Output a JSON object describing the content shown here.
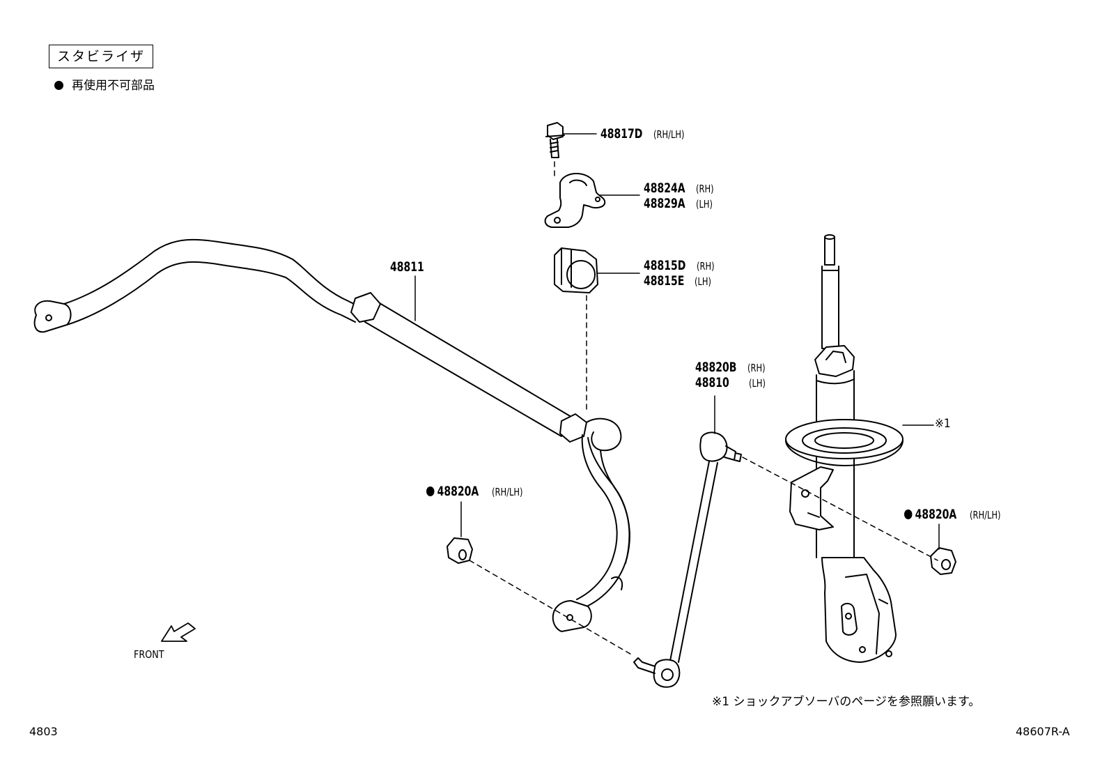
{
  "title": "スタビライザ",
  "legend": {
    "text": "再使用不可部品"
  },
  "parts": {
    "stabilizer_bar": {
      "number": "48811"
    },
    "bolt": {
      "number": "48817D",
      "suffix": "(RH/LH)"
    },
    "bracket_rh": {
      "number": "48824A",
      "suffix": "(RH)"
    },
    "bracket_lh": {
      "number": "48829A",
      "suffix": "(LH)"
    },
    "bushing_rh": {
      "number": "48815D",
      "suffix": "(RH)"
    },
    "bushing_lh": {
      "number": "48815E",
      "suffix": "(LH)"
    },
    "link_rh": {
      "number": "48820B",
      "suffix": "(RH)"
    },
    "link_lh": {
      "number": "48810",
      "suffix": "(LH)"
    },
    "nut_left": {
      "number": "48820A",
      "suffix": "(RH/LH)"
    },
    "nut_right": {
      "number": "48820A",
      "suffix": "(RH/LH)"
    },
    "shock_ref": {
      "label": "※1"
    }
  },
  "front_label": "FRONT",
  "note": "※1 ショックアブソーバのページを参照願います。",
  "footer": {
    "left": "4803",
    "right": "48607R-A"
  }
}
